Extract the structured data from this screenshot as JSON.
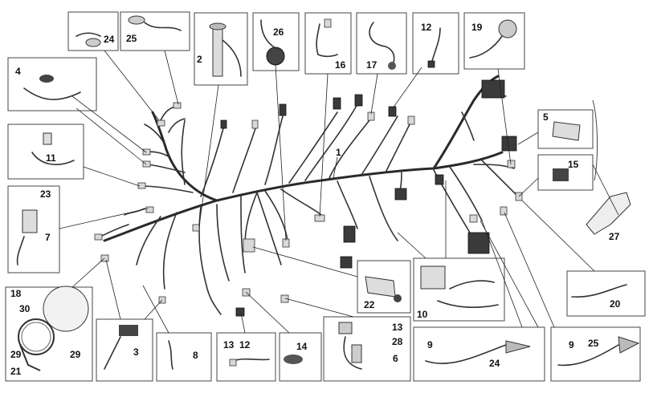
{
  "callouts": [
    {
      "id": "c24a",
      "label": "24"
    },
    {
      "id": "c25a",
      "label": "25"
    },
    {
      "id": "c2",
      "label": "2"
    },
    {
      "id": "c26",
      "label": "26"
    },
    {
      "id": "c16",
      "label": "16"
    },
    {
      "id": "c17",
      "label": "17"
    },
    {
      "id": "c12a",
      "label": "12"
    },
    {
      "id": "c19",
      "label": "19"
    },
    {
      "id": "c4",
      "label": "4"
    },
    {
      "id": "c11",
      "label": "11"
    },
    {
      "id": "c1",
      "label": "1"
    },
    {
      "id": "c5",
      "label": "5"
    },
    {
      "id": "c15",
      "label": "15"
    },
    {
      "id": "c23",
      "label": "23"
    },
    {
      "id": "c7",
      "label": "7"
    },
    {
      "id": "c27",
      "label": "27"
    },
    {
      "id": "c22",
      "label": "22"
    },
    {
      "id": "c10",
      "label": "10"
    },
    {
      "id": "c20",
      "label": "20"
    },
    {
      "id": "c18",
      "label": "18"
    },
    {
      "id": "c30",
      "label": "30"
    },
    {
      "id": "c29a",
      "label": "29"
    },
    {
      "id": "c29b",
      "label": "29"
    },
    {
      "id": "c21",
      "label": "21"
    },
    {
      "id": "c3",
      "label": "3"
    },
    {
      "id": "c8",
      "label": "8"
    },
    {
      "id": "c13a",
      "label": "13"
    },
    {
      "id": "c12b",
      "label": "12"
    },
    {
      "id": "c14",
      "label": "14"
    },
    {
      "id": "c13b",
      "label": "13"
    },
    {
      "id": "c28",
      "label": "28"
    },
    {
      "id": "c6",
      "label": "6"
    },
    {
      "id": "c9a",
      "label": "9"
    },
    {
      "id": "c24b",
      "label": "24"
    },
    {
      "id": "c9b",
      "label": "9"
    },
    {
      "id": "c25b",
      "label": "25"
    }
  ]
}
